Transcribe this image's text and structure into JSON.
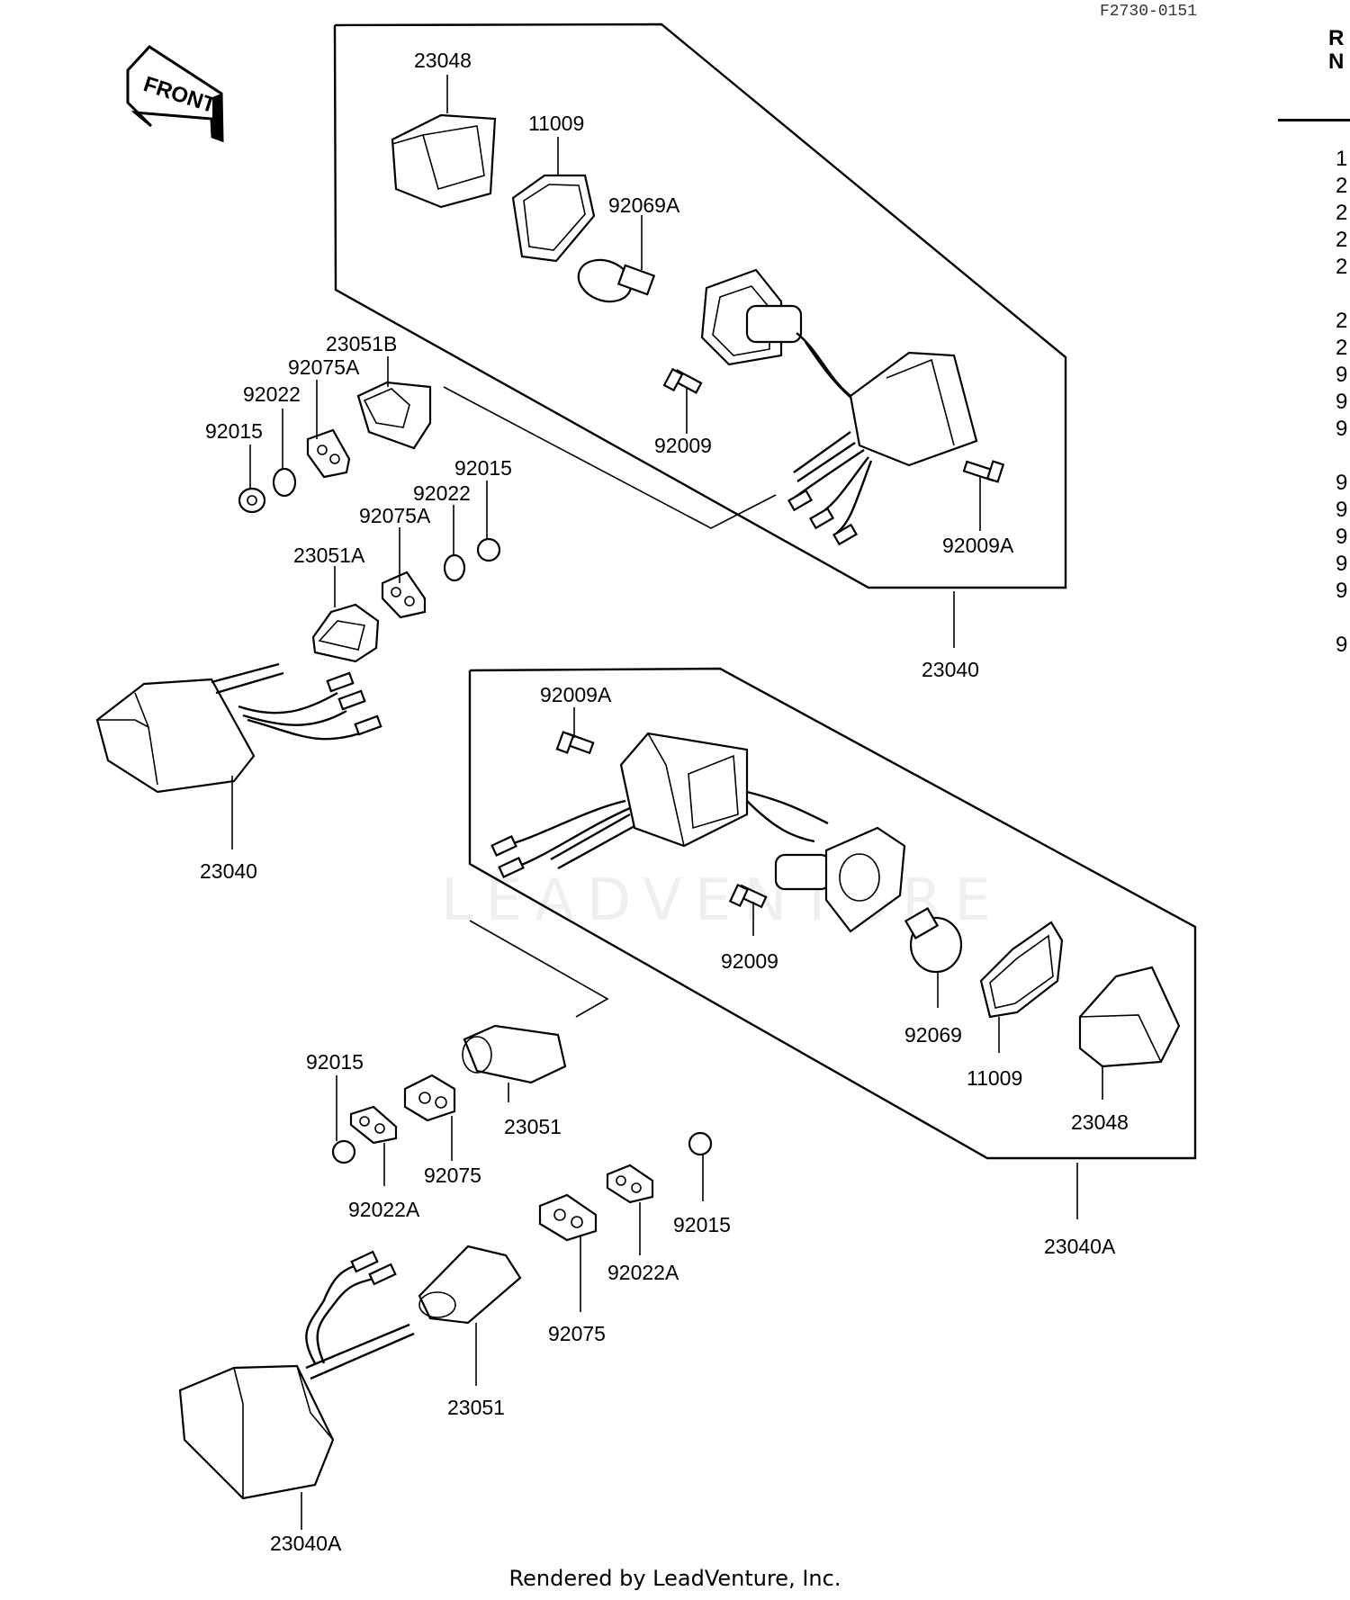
{
  "diagram": {
    "drawing_code": "F2730-0151",
    "front_arrow": "FRONT",
    "watermark": "LEADVENTURE",
    "labels": {
      "upper_lens": "23048",
      "upper_gasket": "11009",
      "upper_bulb": "92069A",
      "upper_screw": "92009",
      "upper_screw_a": "92009A",
      "upper_assy": "23040",
      "left_holder_b": "23051B",
      "left_damper_a": "92075A",
      "left_washer": "92022",
      "left_nut": "92015",
      "left_nut_2": "92015",
      "left_washer_2": "92022",
      "left_damper_a_2": "92075A",
      "left_holder_a": "23051A",
      "left_assy": "23040",
      "lower_screw_a": "92009A",
      "lower_screw": "92009",
      "lower_bulb": "92069",
      "lower_gasket": "11009",
      "lower_lens": "23048",
      "lower_assy": "23040A",
      "rear_nut": "92015",
      "rear_holder": "23051",
      "rear_damper": "92075",
      "rear_washer_a": "92022A",
      "rear_nut_2": "92015",
      "rear_washer_a_2": "92022A",
      "rear_damper_2": "92075",
      "rear_holder_2": "23051",
      "rear_assy": "23040A"
    }
  },
  "reference_column": {
    "header_line1": "R",
    "header_line2": "N",
    "rows": [
      "1",
      "2",
      "2",
      "2",
      "2",
      "",
      "2",
      "2",
      "9",
      "9",
      "9",
      "",
      "9",
      "9",
      "9",
      "9",
      "9",
      "",
      "9"
    ]
  },
  "footer": "Rendered by LeadVenture, Inc."
}
